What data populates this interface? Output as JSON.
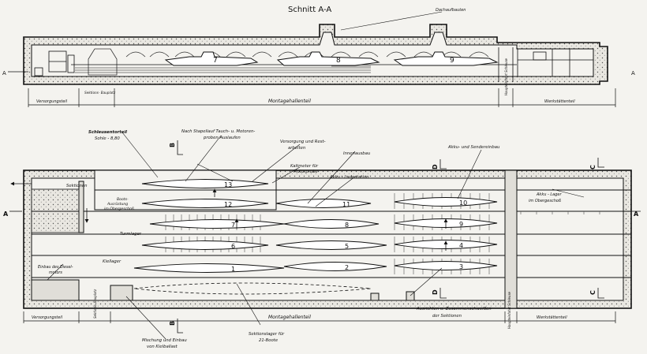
{
  "title": "Schnitt   A-A",
  "section_labels": {
    "A_left": "A",
    "A_right": "A",
    "A_left_sec": "A",
    "A_right_sec": "A",
    "B_top": "B",
    "B_bottom": "B",
    "C_top": "C",
    "C_bottom": "C",
    "D_top": "D",
    "D_bottom": "D"
  },
  "section_annotations": {
    "roof": "Dachaufbauten",
    "zones": [
      "Versorgungsteil",
      "Sektions-\nBauplatz",
      "Montagehallenteil",
      "Haupteinfahrt\nSchleuse",
      "Werkstättenteil"
    ],
    "boats": [
      "7",
      "8",
      "9"
    ]
  },
  "plan_annotations": {
    "schleuse": "Schleusentorteil",
    "sohle": "Sohle  - 8,80",
    "stapellauf": "Nach Stapellauf  Tauch- u. Motoren-",
    "stapellauf2": "proben  Auslaufen",
    "versorgung": "Versorgung und Rest-",
    "versorgung2": "arbeiten",
    "innenausbau": "Innenausbau",
    "akku_sender": "Akku- und Sendereinbau",
    "kaltmeter": "Kaltmeter für",
    "motorprobe": "Motorprobe",
    "akku_lade": "Akku - Ladestation",
    "sektionen": "Sektionen",
    "boots_ausruestung": "Boots-\nAusrüstung\nim Obergeschoß",
    "turmlager": "Turmlager",
    "kiellager": "Kiellager",
    "einbau_diesel": "Einbau des Diesel-\nmotors",
    "akku_lager": "Akku - Lager\nim Obergeschoß",
    "ausrichten": "Ausrichten u. Zusammenschweißen",
    "der_sektionen": "der  Sektionen",
    "sektionslager": "Sektionslager  für",
    "sektionslager2": "21-Boote",
    "mischung": "Mischung  und  Einbau",
    "kielballast": "von  Kielballast",
    "zones": [
      "Versorgungsteil",
      "Sektions-\nbauplatz",
      "Montagehallenteil",
      "Haupteinfahrt\nSchleuse",
      "Werkstättenteil"
    ]
  },
  "boat_numbers": [
    "1",
    "2",
    "3",
    "4",
    "5",
    "6",
    "7",
    "8",
    "9",
    "10",
    "11",
    "12",
    "13"
  ]
}
